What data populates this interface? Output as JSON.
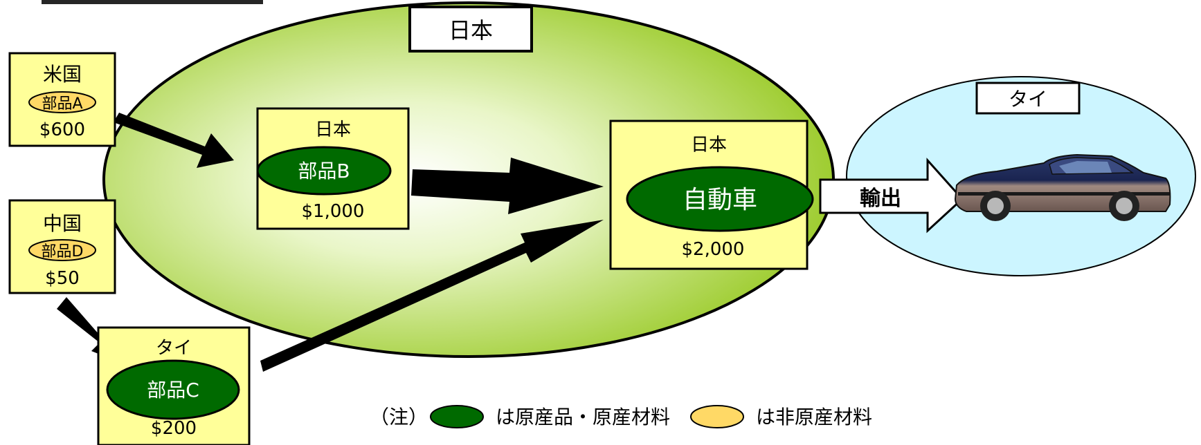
{
  "regions": {
    "japan": "日本",
    "thailand": "タイ"
  },
  "sources": {
    "usa": {
      "country": "米国",
      "part": "部品A",
      "price": "$600"
    },
    "china": {
      "country": "中国",
      "part": "部品D",
      "price": "$50"
    },
    "thailand": {
      "country": "タイ",
      "part": "部品C",
      "price": "$200"
    },
    "japan_part": {
      "country": "日本",
      "part": "部品B",
      "price": "$1,000"
    },
    "japan_car": {
      "country": "日本",
      "part": "自動車",
      "price": "$2,000"
    }
  },
  "export_label": "輸出",
  "legend": {
    "note": "（注）",
    "originating": "は原産品・原産材料",
    "non_originating": "は非原産材料"
  },
  "colors": {
    "japan_fill": "#9ccc2a",
    "box_fill": "#ffff99",
    "originating": "#006a00",
    "non_originating": "#ffd966",
    "thailand_fill": "#ccf5ff"
  },
  "icons": {
    "car": "sports-car-icon"
  }
}
